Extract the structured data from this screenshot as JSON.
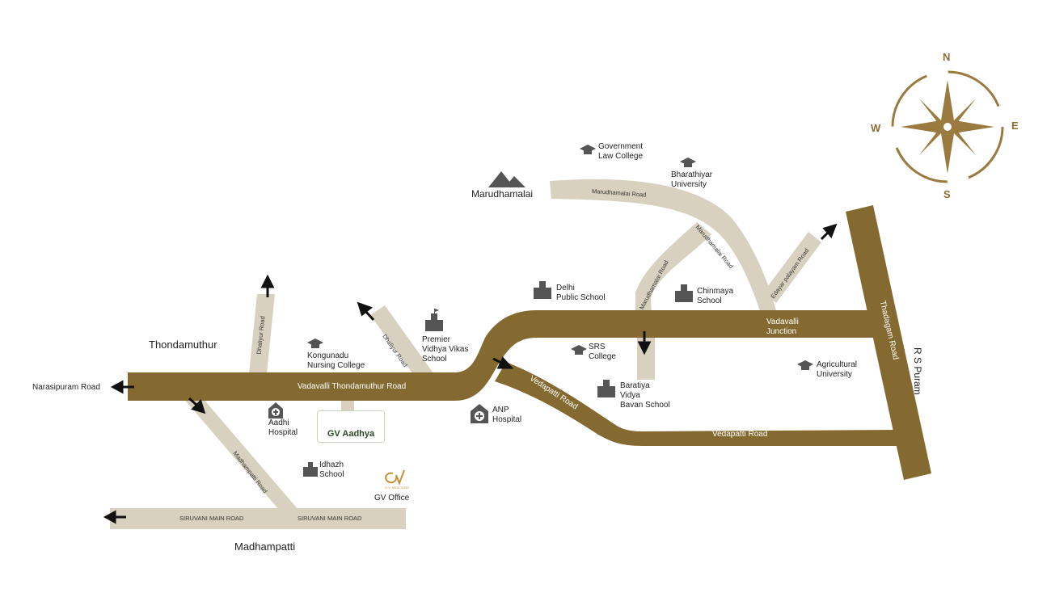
{
  "places": {
    "thondamuthur": "Thondamuthur",
    "narasipuram": "Narasipuram Road",
    "madhampatti": "Madhampatti",
    "marudhamalai": "Marudhamalai",
    "rs_puram": "R S Puram",
    "vadavalli_junction": "Vadavalli\nJunction"
  },
  "roads": {
    "vadavalli_thondamuthur": "Vadavalli Thondamuthur Road",
    "vedapatti_diag": "Vedapatti Road",
    "vedapatti_main": "Vedapatti Road",
    "thadagam": "Thadagam Road",
    "marudhamalai_top": "Marudhamalai Road",
    "marudhamalai_curve": "Marudhamalai Road",
    "marudhamalai_branch": "Marudhamalai Road",
    "edayar": "Edayar palayam Road",
    "dhaliyur": "Dhaliyur Road",
    "dhaliyur_diag": "Dhaliyur Road",
    "madhampatti": "Madhampatti Road",
    "siruvani_1": "SIRUVANI MAIN ROAD",
    "siruvani_2": "SIRUVANI MAIN ROAD"
  },
  "landmarks": {
    "gov_law": "Government\nLaw College",
    "bharathiyar": "Bharathiyar\nUniversity",
    "delhi_public": "Delhi\nPublic School",
    "chinmaya": "Chinmaya\nSchool",
    "premier": "Premier\nVidhya Vikas\nSchool",
    "kongunadu": "Kongunadu\nNursing College",
    "srs": "SRS\nCollege",
    "agricultural": "Agricultural\nUniversity",
    "baratiya": "Baratiya\nVidya\nBavan School",
    "anp": "ANP\nHospital",
    "aadhi": "Aadhi\nHospital",
    "idhazh": "Idhazh\nSchool",
    "gv_office": "GV Office",
    "gv_realtors": "G.V. REALTORS"
  },
  "project": {
    "name": "GV Aadhya"
  },
  "compass": {
    "n": "N",
    "e": "E",
    "s": "S",
    "w": "W"
  },
  "colors": {
    "main_road": "#846a30",
    "minor_road": "#d9d1bf",
    "accent": "#9a7a3e",
    "icon": "#555555"
  }
}
